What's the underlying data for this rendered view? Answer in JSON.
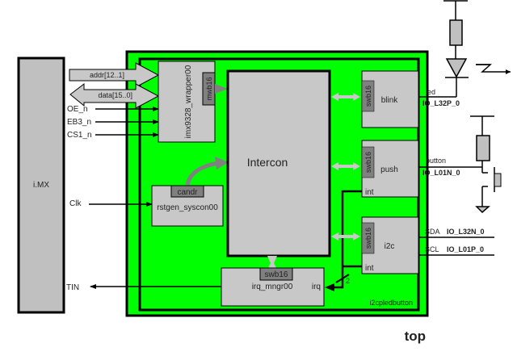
{
  "diagram": {
    "title": "top",
    "colors": {
      "outer_fill": "#00ff00",
      "block_fill": "#c0c0c0",
      "port_fill": "#808080",
      "stroke": "#000000",
      "bus_arrow": "#c8c8c8"
    },
    "external": {
      "imx_label": "i.MX",
      "signals": {
        "addr": "addr[12..1]",
        "data": "data[15..0]",
        "oe": "OE_n",
        "eb3": "EB3_n",
        "cs1": "CS1_n",
        "clk": "Clk",
        "tin": "TIN"
      }
    },
    "container": {
      "label": "i2cpledbutton"
    },
    "blocks": {
      "wrapper": {
        "label": "imx9328_wrapper00",
        "port": "mwb16"
      },
      "rstgen": {
        "label": "rstgen_syscon00",
        "port": "candr"
      },
      "intercon": {
        "label": "Intercon"
      },
      "irq": {
        "label": "irq_mngr00",
        "port": "swb16",
        "input": "irq",
        "bus_width": "2"
      },
      "blink": {
        "label": "blink",
        "port": "swb16"
      },
      "push": {
        "label": "push",
        "port": "swb16",
        "int": "int"
      },
      "i2c": {
        "label": "i2c",
        "port": "swb16",
        "int": "int"
      }
    },
    "io": {
      "led_signal": "led",
      "led_pin": "IO_L32P_0",
      "button_signal": "button",
      "button_pin": "IO_L01N_0",
      "sda_signal": "SDA",
      "sda_pin": "IO_L32N_0",
      "scl_signal": "SCL",
      "scl_pin": "IO_L01P_0"
    }
  }
}
